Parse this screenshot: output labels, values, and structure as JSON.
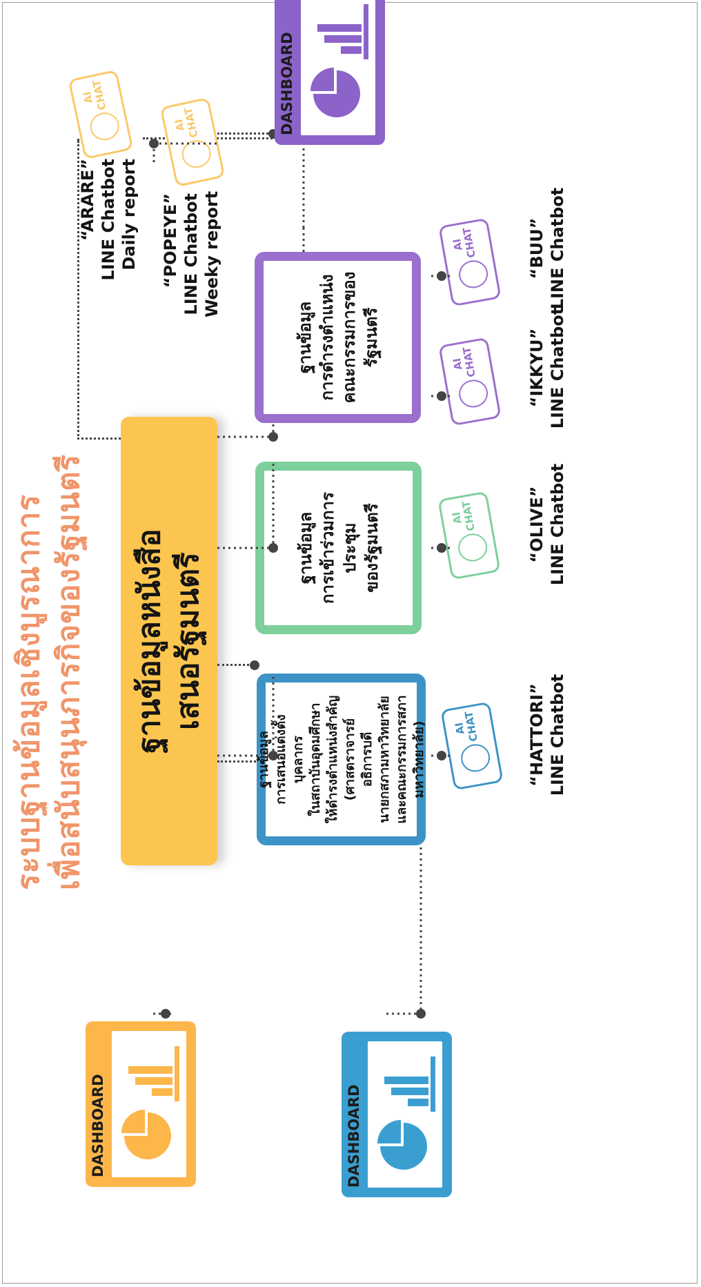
{
  "title": {
    "line1": "ระบบฐานข้อมูลเชิงบูรณาการ",
    "line2": "เพื่อสนับสนุนภารกิจของรัฐมนตรี"
  },
  "central": {
    "line1": "ฐานข้อมูลหนังสือ",
    "line2": "เสนอรัฐมนตรี"
  },
  "databases": [
    {
      "lines": [
        "ฐานข้อมูล",
        "การเสนอแต่งตั้งบุคลากร",
        "ในสถาบันอุดมศึกษา",
        "ให้ดำรงตำแหน่งสำคัญ",
        "(ศาสตราจารย์ อธิการบดี",
        "นายกสภามหาวิทยาลัย",
        "และคณะกรรมการสภา",
        "มหาวิทยาลัย)"
      ],
      "color": "#3d93c6"
    },
    {
      "lines": [
        "ฐานข้อมูล",
        "การเข้าร่วมการประชุม",
        "ของรัฐมนตรี"
      ],
      "color": "#7dcf9c"
    },
    {
      "lines": [
        "ฐานข้อมูล",
        "การดำรงตำแหน่ง",
        "คณะกรรมการของ",
        "รัฐมนตรี"
      ],
      "color": "#9b6fcd"
    }
  ],
  "dashboards": [
    {
      "label": "DASHBOARD",
      "color": "#fcb64a"
    },
    {
      "label": "DASHBOARD",
      "color": "#3a9fd0"
    },
    {
      "label": "DASHBOARD",
      "color": "#8b63c9"
    }
  ],
  "bot_badge": {
    "line1": "AI",
    "line2": "CHAT"
  },
  "chatbots": [
    {
      "name": "“HATTORI”",
      "sub": "LINE Chatbot",
      "color": "#3d93c6"
    },
    {
      "name": "“OLIVE”",
      "sub": "LINE Chatbot",
      "color": "#7dcf9c"
    },
    {
      "name": "“IKKYU”",
      "sub": "LINE Chatbot",
      "color": "#9b6fcd"
    },
    {
      "name": "“BUU”",
      "sub": "LINE Chatbot",
      "color": "#9b6fcd"
    },
    {
      "name": "“ARARE”",
      "sub": "LINE Chatbot",
      "sub2": "Daily report",
      "color": "#fbc86a"
    },
    {
      "name": "“POPEYE”",
      "sub": "LINE Chatbot",
      "sub2": "Weeky report",
      "color": "#fbc86a"
    }
  ]
}
